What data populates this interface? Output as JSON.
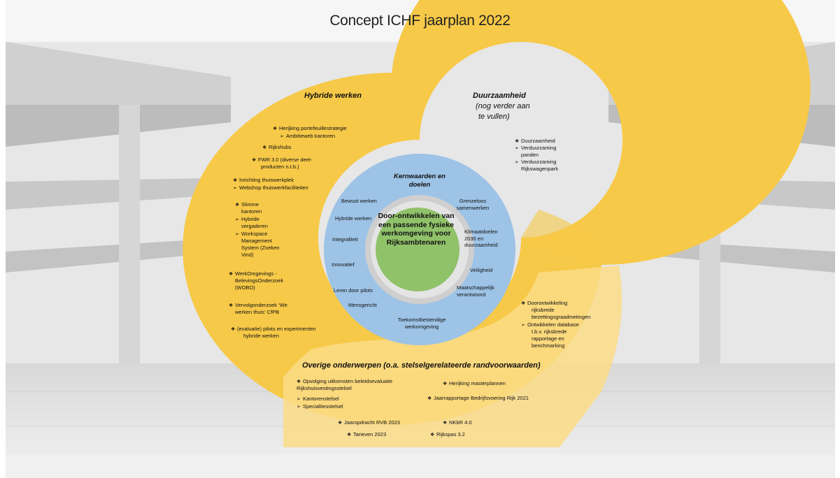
{
  "title": "Concept ICHF jaarplan 2022",
  "hybride": {
    "heading": "Hybride werken",
    "items": [
      {
        "marker": "❖",
        "text": "Herijking portefeuillestrategie"
      },
      {
        "marker": "➢",
        "text": "Ambitieweb kantoren"
      },
      {
        "marker": "❖",
        "text": "Rijkshubs"
      },
      {
        "marker": "❖",
        "text": "FWR 3.0 (diverse deel-"
      },
      {
        "marker": "",
        "text": "producten n.t.b.)"
      },
      {
        "marker": "❖",
        "text": "Inrichting thuiswerkplek"
      },
      {
        "marker": "➢",
        "text": "Webshop thuiswerkfaciliteiten"
      },
      {
        "marker": "❖",
        "text": "Slimme"
      },
      {
        "marker": "",
        "text": "kantoren"
      },
      {
        "marker": "➢",
        "text": "Hybride"
      },
      {
        "marker": "",
        "text": "vergaderen"
      },
      {
        "marker": "➢",
        "text": "Workspace"
      },
      {
        "marker": "",
        "text": "Management"
      },
      {
        "marker": "",
        "text": "System (Zoeken"
      },
      {
        "marker": "",
        "text": "Vind)"
      },
      {
        "marker": "❖",
        "text": "WerkOmgevings -"
      },
      {
        "marker": "",
        "text": "BelevingsOnderzoek"
      },
      {
        "marker": "",
        "text": "(WOBO)"
      },
      {
        "marker": "❖",
        "text": "Vervolgonderzoek ‘We"
      },
      {
        "marker": "",
        "text": "werken thuis’ CfPB"
      },
      {
        "marker": "❖",
        "text": "(evaluatie) pilots en experimenten"
      },
      {
        "marker": "",
        "text": "hybride werken"
      }
    ]
  },
  "duurzaam": {
    "heading": "Duurzaamheid",
    "subheading": [
      "(nog verder aan",
      "te vullen)"
    ],
    "items": [
      {
        "marker": "❖",
        "text": "Duurzaamheid"
      },
      {
        "marker": "➢",
        "text": "Verduurzaming"
      },
      {
        "marker": "",
        "text": "panden"
      },
      {
        "marker": "➢",
        "text": "Verduurzaming"
      },
      {
        "marker": "",
        "text": "Rijkswagenpark"
      }
    ],
    "items2": [
      {
        "marker": "❖",
        "text": "Doorontwikkeling"
      },
      {
        "marker": "",
        "text": "rijksbrede"
      },
      {
        "marker": "",
        "text": "bezettingsgraadmetingen"
      },
      {
        "marker": "➢",
        "text": "Ontwikkelen database"
      },
      {
        "marker": "",
        "text": "t.b.v. rijksbrede"
      },
      {
        "marker": "",
        "text": "rapportage en"
      },
      {
        "marker": "",
        "text": "benchmarking"
      }
    ]
  },
  "overige": {
    "heading": "Overige onderwerpen (o.a. stelselgerelateerde randvoorwaarden)",
    "left": [
      {
        "marker": "❖",
        "text": "Opvolging uitkomsten beleidsevaluatie"
      },
      {
        "marker": "",
        "text": "Rijkshuisvestingsstelsel"
      },
      {
        "marker": "➢",
        "text": "Kantorenstelsel"
      },
      {
        "marker": "➢",
        "text": "Specialtiesstelsel"
      }
    ],
    "right": [
      {
        "marker": "❖",
        "text": "Herijking masterplannen"
      },
      {
        "marker": "❖",
        "text": "Jaarrapportage Bedrijfsvoering Rijk 2021"
      }
    ],
    "bottom": [
      {
        "marker": "❖",
        "text": "Jaaropdracht RVB 2023"
      },
      {
        "marker": "❖",
        "text": "NKbR 4.0"
      },
      {
        "marker": "❖",
        "text": "Tarieven 2023"
      },
      {
        "marker": "❖",
        "text": "Rijkspas 3.2"
      }
    ]
  },
  "kernwaarden": {
    "title": "Kernwaarden en doelen",
    "values": [
      "Bewust werken",
      "Grenzeloos samenwerken",
      "Hybride werken",
      "Klimaatdoelen 2030 en duurzaamheid",
      "Integraliteit",
      "Innovatief",
      "Veiligheid",
      "Leren door pilots",
      "Maatschappelijk verantwoord",
      "Mensgericht",
      "Toekomstbestendige werkomgeving"
    ]
  },
  "center": "Door-ontwikkelen van een passende fysieke werkomgeving voor Rijksambtenaren",
  "colors": {
    "yellow": "#f7c948",
    "blue": "#9dc3e6",
    "green": "#90c26a",
    "grey": "#c9c9c9"
  }
}
